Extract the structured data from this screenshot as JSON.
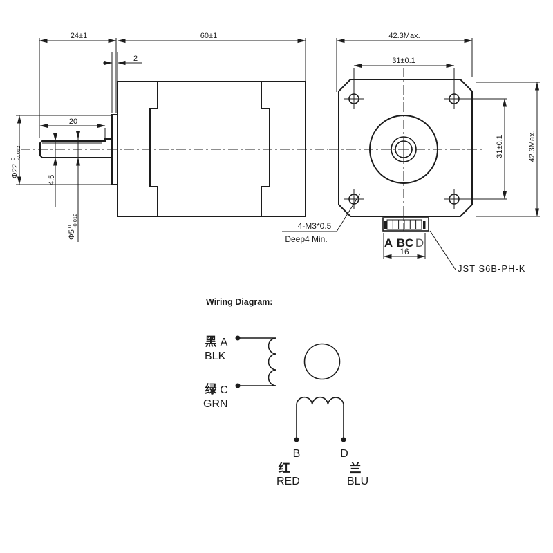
{
  "side_view": {
    "dim_shaft_len": "24±1",
    "dim_body_len": "60±1",
    "dim_boss_len": "2",
    "dim_flat_len": "20",
    "dim_flat_depth": "4.5",
    "shaft_dia": "Φ5",
    "shaft_tol_hi": "0",
    "shaft_tol_lo": "-0.012",
    "boss_dia": "Φ22",
    "boss_tol_hi": "0",
    "boss_tol_lo": "-0.052"
  },
  "front_view": {
    "dim_width": "42.3Max.",
    "dim_height": "42.3Max.",
    "dim_hole_h": "31±0.1",
    "dim_hole_v": "31±0.1",
    "screw_note_1": "4-M3*0.5",
    "screw_note_2": "Deep4 Min.",
    "pin_a": "A",
    "pin_bc": "BC",
    "pin_d": "D",
    "dim_conn": "16",
    "conn_label": "JST S6B-PH-K"
  },
  "wiring": {
    "title": "Wiring Diagram:",
    "a_cn": "黑",
    "a_pin": "A",
    "a_color": "BLK",
    "c_cn": "绿",
    "c_pin": "C",
    "c_color": "GRN",
    "b_pin": "B",
    "b_cn": "红",
    "b_color": "RED",
    "d_pin": "D",
    "d_cn": "兰",
    "d_color": "BLU"
  }
}
